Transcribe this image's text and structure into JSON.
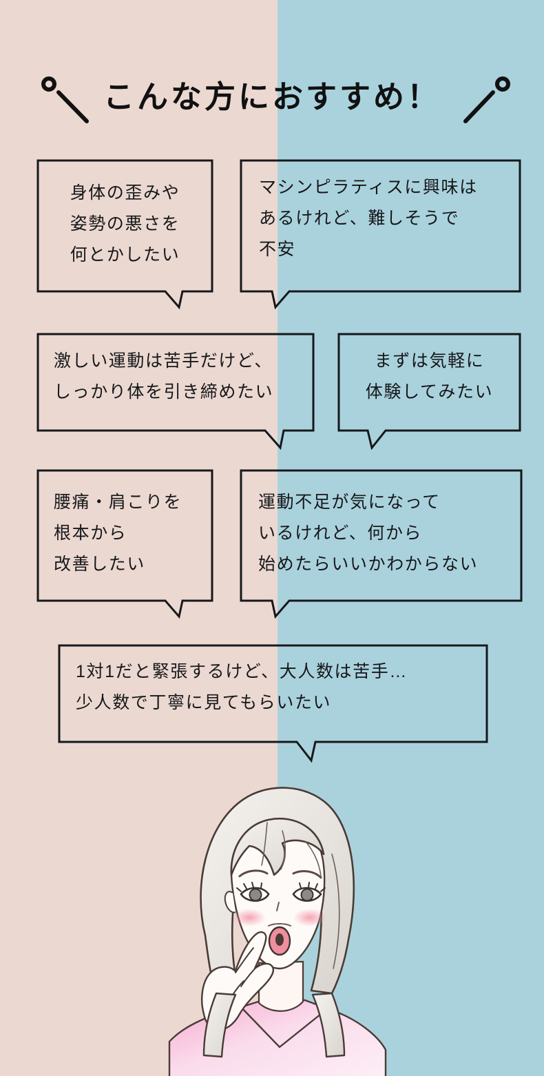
{
  "section": {
    "heading": "こんな方におすすめ！",
    "heading_decorations": [
      "circle-dot-left",
      "diagonal-line-left",
      "diagonal-line-right",
      "circle-dot-right"
    ]
  },
  "colors": {
    "background_left": "#ebd8d1",
    "background_right": "#aad2dd",
    "bubble_border": "#16181a",
    "text": "#16181a",
    "illustration_top": "#f4c4da",
    "illustration_blush": "#f2a9b8",
    "illustration_lips": "#ef8f9e",
    "illustration_hair": "#e9e6e2",
    "illustration_outline": "#4a3b36"
  },
  "bubbles": [
    {
      "id": "bubble-posture",
      "text": "身体の歪みや\n姿勢の悪さを\n何とかしたい",
      "align": "center",
      "tail": "bottom-right"
    },
    {
      "id": "bubble-machine-pilates-interest",
      "text": "マシンピラティスに興味は\nあるけれど、難しそうで\n不安",
      "align": "left",
      "tail": "bottom-left"
    },
    {
      "id": "bubble-gentle-toning",
      "text": "激しい運動は苦手だけど、\nしっかり体を引き締めたい",
      "align": "left",
      "tail": "bottom-right"
    },
    {
      "id": "bubble-casual-trial",
      "text": "まずは気軽に\n体験してみたい",
      "align": "center",
      "tail": "bottom-left"
    },
    {
      "id": "bubble-back-shoulder-pain",
      "text": "腰痛・肩こりを\n根本から\n改善したい",
      "align": "left",
      "tail": "bottom-right"
    },
    {
      "id": "bubble-lack-of-exercise",
      "text": "運動不足が気になって\nいるけれど、何から\n始めたらいいかわからない",
      "align": "left",
      "tail": "bottom-left"
    },
    {
      "id": "bubble-small-group",
      "text": "1対1だと緊張するけど、大人数は苦手…\n少人数で丁寧に見てもらいたい",
      "align": "left",
      "tail": "bottom-right"
    }
  ],
  "illustration": {
    "name": "surprised-woman-illustration",
    "description": "woman-hand-to-face-pink-top"
  }
}
